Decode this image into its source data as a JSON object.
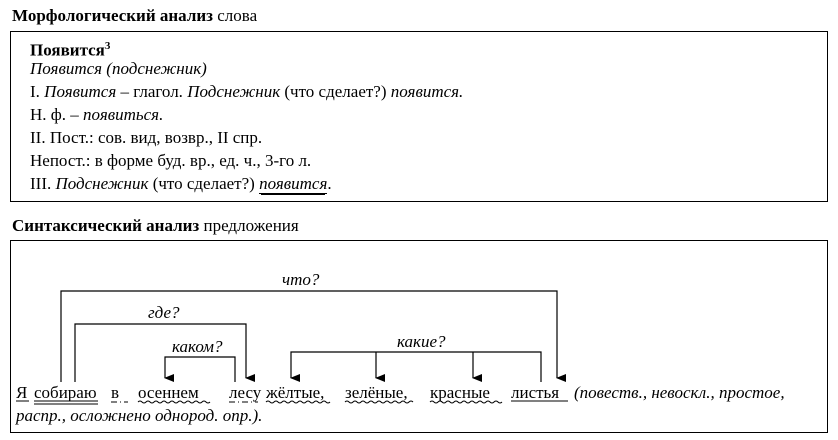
{
  "morphology": {
    "heading_bold": "Морфологический анализ",
    "heading_rest": " слова",
    "word": "Появится",
    "word_sup": "3",
    "line1": "Появится (подснежник)",
    "line2": {
      "roman": "I. ",
      "w1": "Появится",
      "t1": " – глагол. ",
      "w2": "Подснежник",
      "t2": " (что сделает?) ",
      "w3": "появится."
    },
    "line3": {
      "t1": "Н. ф. – ",
      "w1": "появиться."
    },
    "line4": "II. Пост.: сов. вид, возвр., II спр.",
    "line5": "Непост.: в форме буд. вр., ед. ч., 3-го л.",
    "line6": {
      "t1": "III. ",
      "w1": "Подснежник",
      "t2": " (что сделает?) ",
      "w2": "появится",
      "t3": "."
    }
  },
  "syntax": {
    "heading_bold": "Синтаксический анализ",
    "heading_rest": " предложения",
    "words": [
      "Я",
      "собираю",
      "в",
      "осеннем",
      "лесу",
      "жёлтые,",
      "зелёные,",
      "красные",
      "листья"
    ],
    "questions": {
      "what": "что?",
      "where": "где?",
      "which_one": "каком?",
      "which_many": "какие?"
    },
    "description_1": "(повеств., невоскл., простое,",
    "description_2": "распр., осложнено однород. опр.)."
  }
}
